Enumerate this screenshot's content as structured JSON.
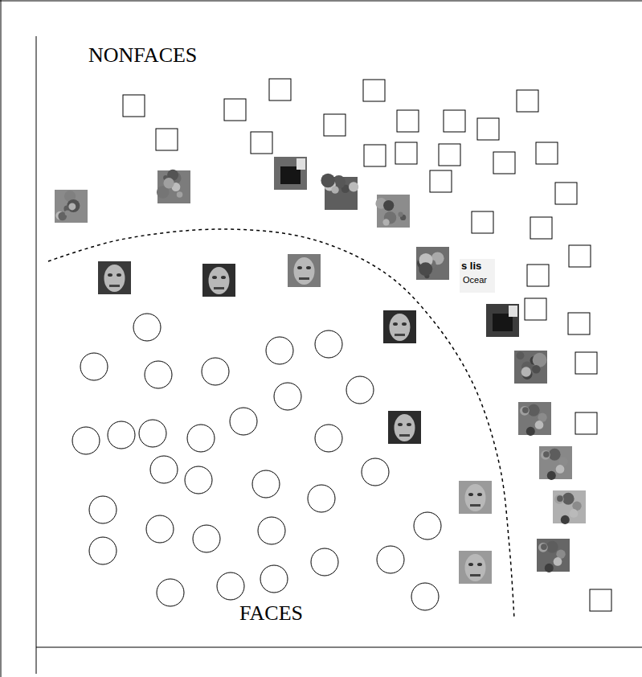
{
  "diagram": {
    "labels": [
      "NONFACES",
      "FACES",
      "s lis",
      "Ocear"
    ]
  }
}
